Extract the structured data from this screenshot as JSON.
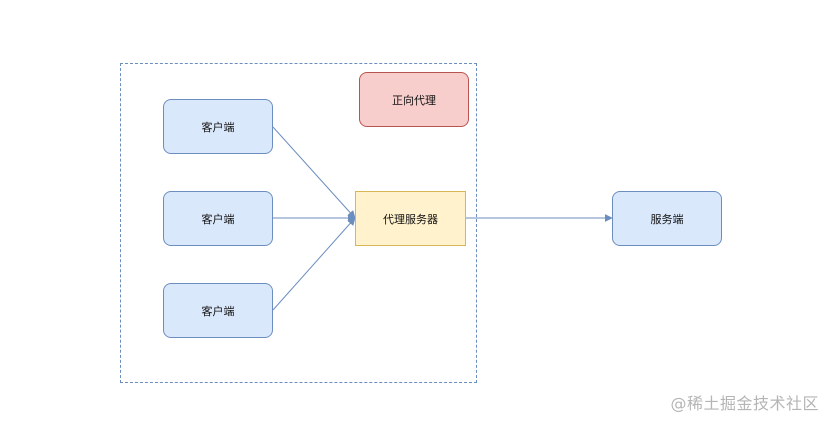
{
  "diagram": {
    "group_label": "正向代理",
    "clients": [
      {
        "label": "客户端"
      },
      {
        "label": "客户端"
      },
      {
        "label": "客户端"
      }
    ],
    "proxy": {
      "label": "代理服务器"
    },
    "server": {
      "label": "服务端"
    },
    "edges": [
      {
        "from": "客户端",
        "to": "代理服务器"
      },
      {
        "from": "客户端",
        "to": "代理服务器"
      },
      {
        "from": "客户端",
        "to": "代理服务器"
      },
      {
        "from": "代理服务器",
        "to": "服务端"
      }
    ]
  },
  "colors": {
    "client_fill": "#dae8fc",
    "client_stroke": "#6c8ebf",
    "label_fill": "#f8cecc",
    "label_stroke": "#b85450",
    "proxy_fill": "#fff2cc",
    "proxy_stroke": "#d6b656",
    "edge": "#6c8ebf",
    "watermark": "#b5b5b5"
  },
  "watermark": "@稀土掘金技术社区"
}
